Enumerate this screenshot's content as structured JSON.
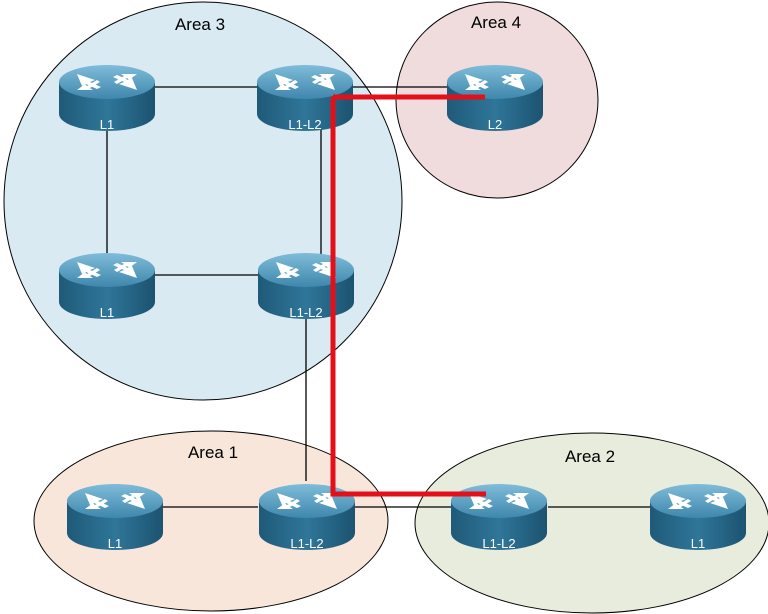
{
  "areas": [
    {
      "id": "area3",
      "label": "Area 3",
      "fill": "#daeaf2"
    },
    {
      "id": "area4",
      "label": "Area 4",
      "fill": "#f0dcdc"
    },
    {
      "id": "area1",
      "label": "Area 1",
      "fill": "#f8e6da"
    },
    {
      "id": "area2",
      "label": "Area 2",
      "fill": "#e8ecdc"
    }
  ],
  "routers": [
    {
      "id": "a3-tl",
      "label": "L1"
    },
    {
      "id": "a3-tr",
      "label": "L1-L2"
    },
    {
      "id": "a3-bl",
      "label": "L1"
    },
    {
      "id": "a3-br",
      "label": "L1-L2"
    },
    {
      "id": "a4",
      "label": "L2"
    },
    {
      "id": "a1-l",
      "label": "L1"
    },
    {
      "id": "a1-r",
      "label": "L1-L2"
    },
    {
      "id": "a2-l",
      "label": "L1-L2"
    },
    {
      "id": "a2-r",
      "label": "L1"
    }
  ],
  "colors": {
    "router_body": "#2d6f91",
    "router_top": "#5a9ec1",
    "link": "#000000",
    "path_highlight": "#e3101a",
    "area_border": "#000000"
  },
  "icons": {
    "router": "router-icon"
  }
}
